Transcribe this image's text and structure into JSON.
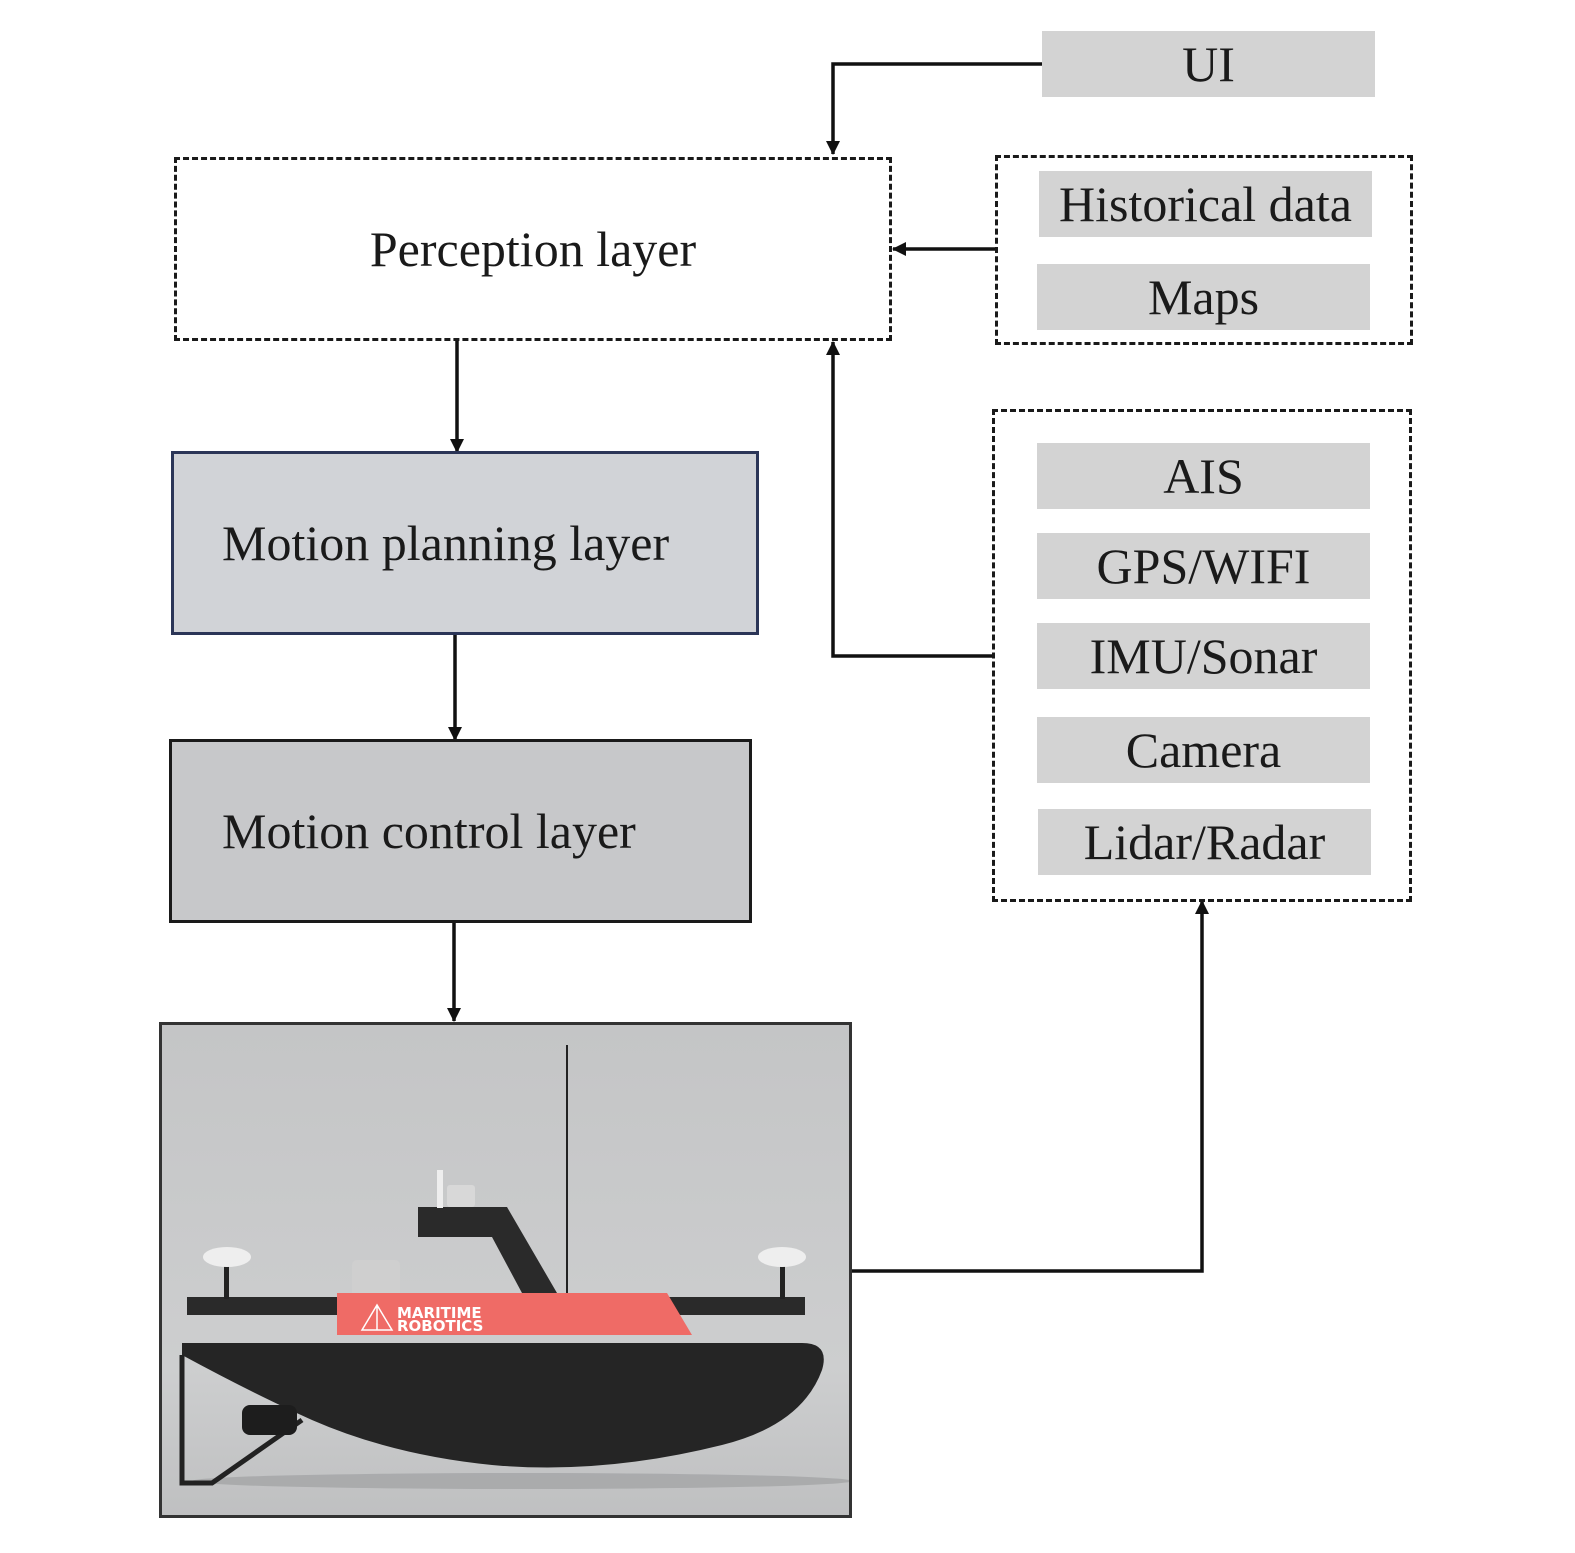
{
  "diagram": {
    "ui": {
      "label": "UI"
    },
    "perception_layer": {
      "label": "Perception layer"
    },
    "motion_planning_layer": {
      "label": "Motion planning layer"
    },
    "motion_control_layer": {
      "label": "Motion control layer"
    },
    "prior_data_group": {
      "items": [
        {
          "label": "Historical data"
        },
        {
          "label": "Maps"
        }
      ]
    },
    "sensor_group": {
      "items": [
        {
          "label": "AIS"
        },
        {
          "label": "GPS/WIFI"
        },
        {
          "label": "IMU/Sonar"
        },
        {
          "label": "Camera"
        },
        {
          "label": "Lidar/Radar"
        }
      ]
    },
    "vessel_image": {
      "description": "Unmanned surface vessel render",
      "logo_line1": "MARITIME",
      "logo_line2": "ROBOTICS",
      "accent_color": "#ef6b66"
    },
    "edges": [
      {
        "from": "UI",
        "to": "Perception layer"
      },
      {
        "from": "Historical data / Maps",
        "to": "Perception layer"
      },
      {
        "from": "Sensors",
        "to": "Perception layer"
      },
      {
        "from": "Perception layer",
        "to": "Motion planning layer"
      },
      {
        "from": "Motion planning layer",
        "to": "Motion control layer"
      },
      {
        "from": "Motion control layer",
        "to": "Vessel"
      },
      {
        "from": "Vessel",
        "to": "Sensors"
      }
    ]
  }
}
